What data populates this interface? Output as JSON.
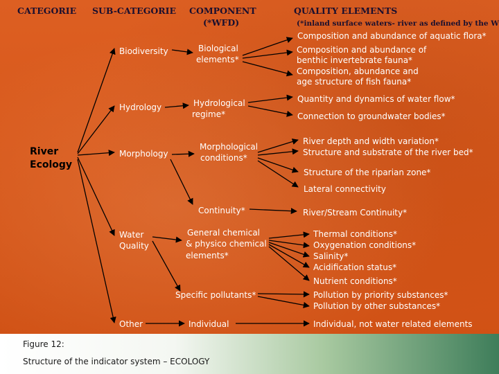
{
  "headers": {
    "categorie": "CATEGORIE",
    "sub_categorie": "SUB-CATEGORIE",
    "component": "COMPONENT",
    "component_wfd": "(*WFD)",
    "quality_elements": "QUALITY ELEMENTS",
    "note": "(*inland surface waters- river as defined by the WFD)"
  },
  "category": {
    "line1": "River",
    "line2": "Ecology"
  },
  "subcategories": {
    "biodiversity": "Biodiversity",
    "hydrology": "Hydrology",
    "morphology": "Morphology",
    "water_quality_1": "Water",
    "water_quality_2": "Quality",
    "other": "Other"
  },
  "components": {
    "biological_1": "Biological",
    "biological_2": "elements*",
    "hydrological_1": "Hydrological",
    "hydrological_2": "regime*",
    "morphological_1": "Morphological",
    "morphological_2": "conditions*",
    "continuity": "Continuity*",
    "general_chem_1": "General chemical",
    "general_chem_2": "& physico chemical",
    "general_chem_3": "elements*",
    "specific_pollutants": "Specific pollutants*",
    "individual": "Individual"
  },
  "quality": {
    "bio_1": "Composition and abundance of aquatic flora*",
    "bio_2": "Composition and abundance of",
    "bio_3": "benthic invertebrate fauna*",
    "bio_4": "Composition, abundance and",
    "bio_5": "age structure of fish fauna*",
    "hyd_1": "Quantity and dynamics of water flow*",
    "hyd_2": "Connection to groundwater bodies*",
    "mor_1": "River depth and width variation*",
    "mor_2": "Structure and substrate of the river bed*",
    "mor_3": "Structure of the riparian zone*",
    "mor_4": "Lateral connectivity",
    "cont_1": "River/Stream Continuity*",
    "chem_1": "Thermal conditions*",
    "chem_2": "Oxygenation conditions*",
    "chem_3": "Salinity*",
    "chem_4": "Acidification status*",
    "chem_5": "Nutrient conditions*",
    "poll_1": "Pollution by priority substances*",
    "poll_2": "Pollution by other substances*",
    "other_1": "Individual, not water related elements"
  },
  "caption": {
    "figure": "Figure 12:",
    "title": "Structure of the indicator system – ECOLOGY"
  },
  "colors": {
    "header": "#1a0f2e",
    "background": "#d85a1e",
    "text": "#ffffff"
  }
}
